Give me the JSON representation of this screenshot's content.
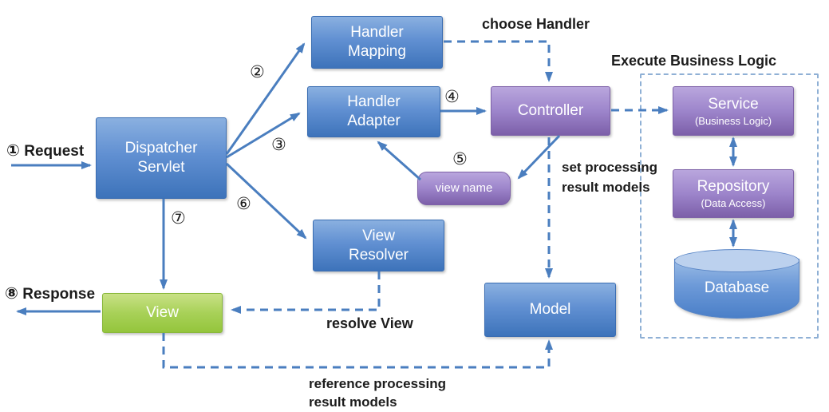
{
  "diagram": {
    "steps": {
      "s1": "①",
      "s2": "②",
      "s3": "③",
      "s4": "④",
      "s5": "⑤",
      "s6": "⑥",
      "s7": "⑦",
      "s8": "⑧"
    },
    "labels": {
      "request": "Request",
      "response": "Response",
      "choose_handler": "choose Handler",
      "execute_business_logic": "Execute Business Logic",
      "set_processing_line1": "set processing",
      "set_processing_line2": "result models",
      "resolve_view": "resolve View",
      "reference_line1": "reference processing",
      "reference_line2": "result models"
    },
    "nodes": {
      "dispatcher_servlet": {
        "label": "Dispatcher Servlet"
      },
      "handler_mapping": {
        "label": "Handler Mapping"
      },
      "handler_adapter": {
        "label": "Handler Adapter"
      },
      "controller": {
        "label": "Controller"
      },
      "view_name": {
        "label": "view name"
      },
      "view_resolver": {
        "label": "View Resolver"
      },
      "view": {
        "label": "View"
      },
      "model": {
        "label": "Model"
      },
      "service": {
        "label": "Service",
        "sublabel": "(Business Logic)"
      },
      "repository": {
        "label": "Repository",
        "sublabel": "(Data Access)"
      },
      "database": {
        "label": "Database"
      }
    },
    "colors": {
      "blue_node": "#5b8bce",
      "purple_node": "#9a82c8",
      "green_node": "#a5cf53",
      "arrow": "#4a7ebf",
      "region_border": "#8fb0d5",
      "label_text": "#1c1c1c"
    }
  }
}
